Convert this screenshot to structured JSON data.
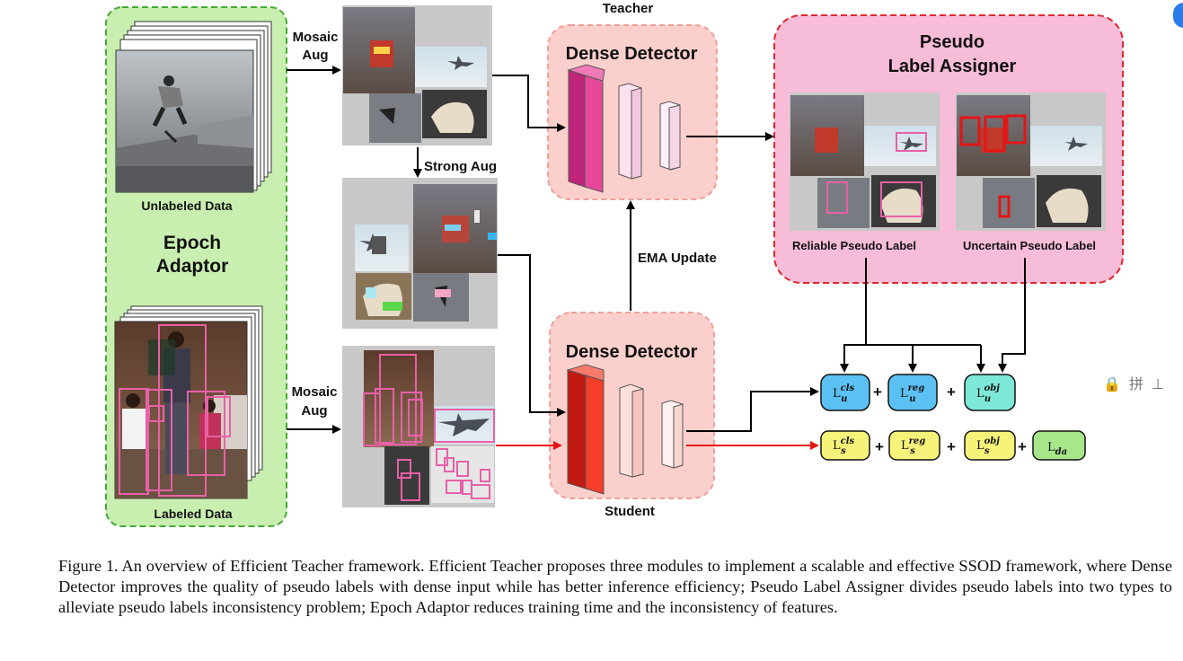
{
  "labels": {
    "epoch_adaptor_line1": "Epoch",
    "epoch_adaptor_line2": "Adaptor",
    "unlabeled_data": "Unlabeled Data",
    "labeled_data": "Labeled Data",
    "mosaic_aug_top_1": "Mosaic",
    "mosaic_aug_top_2": "Aug",
    "mosaic_aug_bottom_1": "Mosaic",
    "mosaic_aug_bottom_2": "Aug",
    "strong_aug": "Strong Aug",
    "teacher": "Teacher",
    "student": "Student",
    "dense_detector_teacher": "Dense Detector",
    "dense_detector_student": "Dense Detector",
    "ema_update": "EMA Update",
    "pla_title_1": "Pseudo",
    "pla_title_2": "Label Assigner",
    "reliable_pseudo_label": "Reliable Pseudo Label",
    "uncertain_pseudo_label": "Uncertain Pseudo Label"
  },
  "losses": {
    "unsupervised": [
      {
        "base": "L",
        "sup": "cls",
        "sub": "u",
        "color": "#5bc0f2"
      },
      {
        "base": "L",
        "sup": "reg",
        "sub": "u",
        "color": "#5bc0f2"
      },
      {
        "base": "L",
        "sup": "obj",
        "sub": "u",
        "color": "#7ee8d8"
      }
    ],
    "supervised": [
      {
        "base": "L",
        "sup": "cls",
        "sub": "s",
        "color": "#f6f37a"
      },
      {
        "base": "L",
        "sup": "reg",
        "sub": "s",
        "color": "#f6f37a"
      },
      {
        "base": "L",
        "sup": "obj",
        "sub": "s",
        "color": "#f6f37a"
      },
      {
        "base": "L",
        "sup": "",
        "sub": "da",
        "color": "#a8e68a"
      }
    ],
    "plus": "+"
  },
  "colors": {
    "epoch_adaptor_fill": "#c9efb0",
    "epoch_adaptor_border": "#44aa33",
    "detector_fill": "#fbd0cc",
    "detector_border": "#f0a098",
    "pla_fill": "#f7bcd8",
    "pla_border": "#e0282c",
    "teacher_layer": "#e8489a",
    "student_layer": "#f43e2a",
    "pseudo_box": "#e860a8",
    "uncertain_box": "#e41515",
    "sup_arrow": "#e41515"
  },
  "caption": "Figure 1.  An overview of Efficient Teacher framework.  Efficient Teacher proposes three modules to implement a scalable and effective SSOD framework, where Dense Detector improves the quality of pseudo labels with dense input while has better inference efficiency; Pseudo Label Assigner divides pseudo labels into two types to alleviate pseudo labels inconsistency problem; Epoch Adaptor reduces training time and the inconsistency of features.",
  "side_icons": "🔒 拼 ⊥"
}
